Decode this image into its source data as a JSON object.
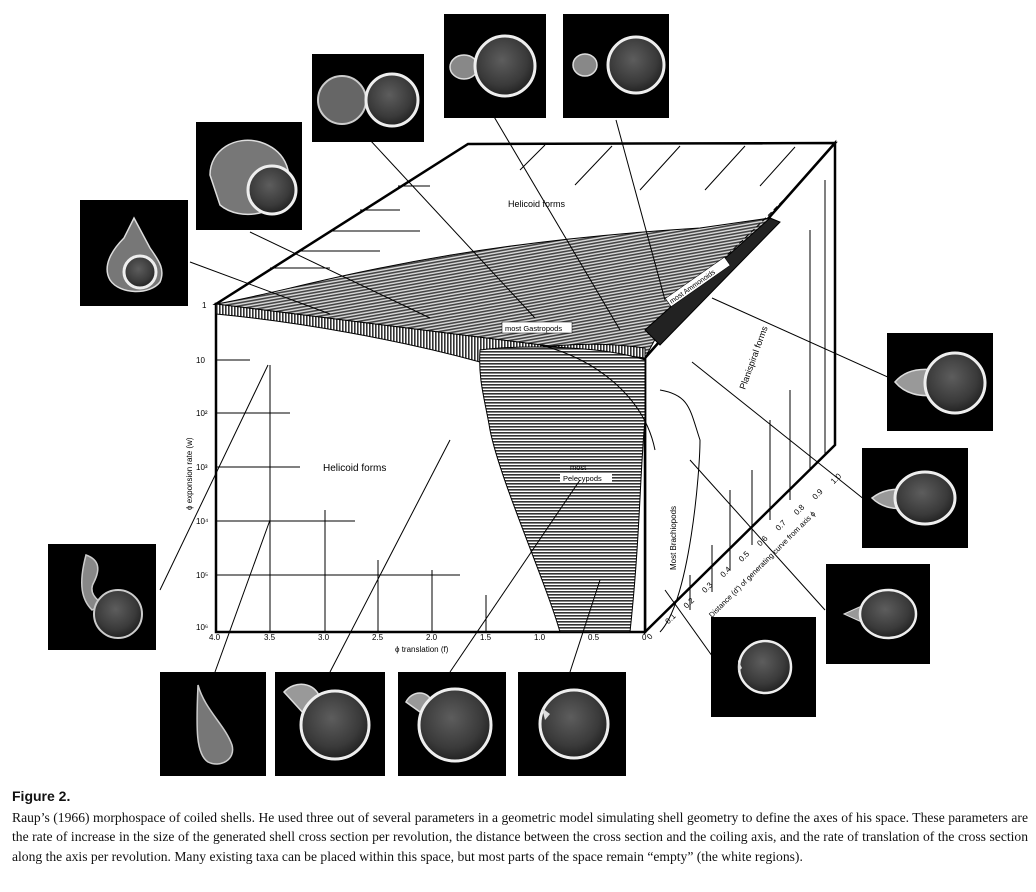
{
  "figure": {
    "title_labels": {
      "helicoid_top": "Helicoid  forms",
      "helicoid_front": "Helicoid forms",
      "planispiral": "Planispiral forms",
      "gastropods": "most  Gastropods",
      "ammonoids": "most Ammonoids",
      "pelecypods_1": "most",
      "pelecypods_2": "Pelecypods",
      "brachiopods": "Most Brachiopods"
    },
    "axes": {
      "y_label": "ϕ exponsion rate (w)",
      "x_label": "ϕ translation (f)",
      "d_label": "Distance (d') of generating curve from axis ϕ",
      "y_ticks": [
        "1",
        "10",
        "10²",
        "10³",
        "10⁴",
        "10⁵",
        "10⁶"
      ],
      "x_ticks": [
        "4.0",
        "3.5",
        "3.0",
        "2.5",
        "2.0",
        "1.5",
        "1.0",
        "0.5",
        "0"
      ],
      "d_ticks": [
        "0",
        "0.1",
        "0.2",
        "0.3",
        "0.4",
        "0.5",
        "0.6",
        "0.7",
        "0.8",
        "0.9",
        "1.0"
      ]
    }
  },
  "caption": {
    "label": "Figure 2.",
    "text": "Raup’s (1966) morphospace of coiled shells. He used three out of several parameters in a geometric model simulating shell geometry to define the axes of his space. These parameters are the rate of increase in the size of the generated shell cross section per revolution, the distance between the cross section and the coiling axis, and the rate of translation of the cross section along the axis per revolution. Many existing taxa can be placed within this space, but most parts of the space remain “empty” (the white regions)."
  }
}
